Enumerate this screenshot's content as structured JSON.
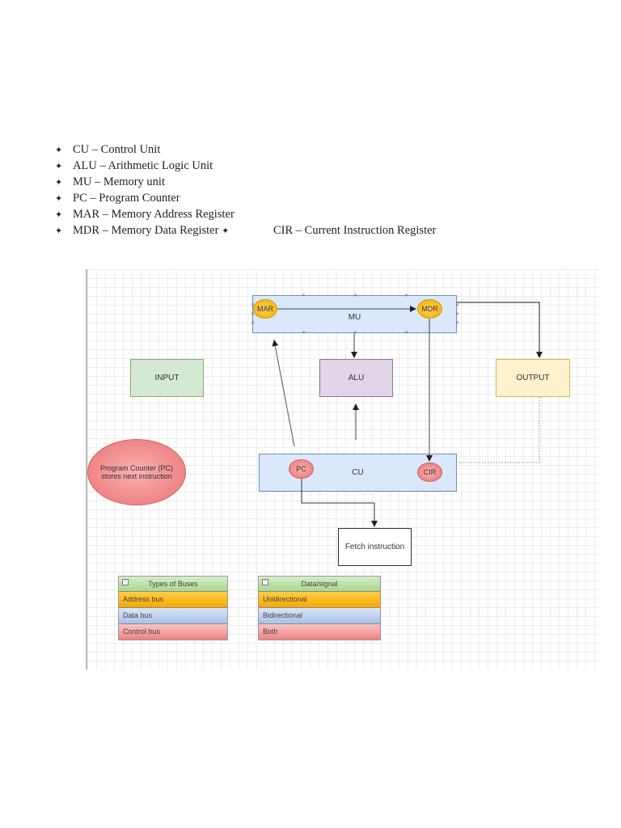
{
  "legend": {
    "bullet": "✦",
    "items": [
      {
        "abbr": "CU",
        "sep": "–",
        "full": "Control Unit"
      },
      {
        "abbr": "ALU",
        "sep": "–",
        "full": "Arithmetic Logic Unit"
      },
      {
        "abbr": "MU",
        "sep": "–",
        "full": "Memory unit"
      },
      {
        "abbr": "PC",
        "sep": "–",
        "full": "Program Counter"
      },
      {
        "abbr": "MAR",
        "sep": "–",
        "full": "Memory Address Register"
      },
      {
        "abbr": "MDR",
        "sep": "–",
        "full": "Memory Data Register"
      }
    ],
    "inline_extra": {
      "abbr": "CIR",
      "sep": "–",
      "full": "Current Instruction Register"
    }
  },
  "diagram": {
    "nodes": {
      "mu": {
        "label": "MU",
        "fill": "#dae8fc",
        "stroke": "#6c8ebf"
      },
      "mar": {
        "label": "MAR",
        "fill": "#f9b81a"
      },
      "mdr": {
        "label": "MDR",
        "fill": "#f9b81a"
      },
      "input": {
        "label": "INPUT",
        "fill": "#d5e8d4",
        "stroke": "#82b366"
      },
      "alu": {
        "label": "ALU",
        "fill": "#e1d5e7",
        "stroke": "#9673a6"
      },
      "output": {
        "label": "OUTPUT",
        "fill": "#fff2cc",
        "stroke": "#d6b656"
      },
      "cu": {
        "label": "CU",
        "fill": "#dae8fc",
        "stroke": "#6c8ebf"
      },
      "pc": {
        "label": "PC",
        "fill": "#f08080"
      },
      "cir": {
        "label": "CIR",
        "fill": "#f08080"
      },
      "pc_note": {
        "line1": "Program Counter (PC)",
        "line2": "stores next instruction",
        "fill": "#f08080"
      },
      "fetch": {
        "label": "Fetch instruction"
      }
    },
    "edges": [
      {
        "from": "mar",
        "to": "mdr",
        "style": "solid"
      },
      {
        "from": "mdr",
        "to": "output",
        "style": "solid"
      },
      {
        "from": "mu",
        "to": "alu",
        "style": "solid"
      },
      {
        "from": "cu",
        "to": "alu",
        "style": "solid"
      },
      {
        "from": "cu",
        "to": "mu",
        "style": "solid"
      },
      {
        "from": "mdr",
        "to": "cir",
        "style": "solid"
      },
      {
        "from": "pc",
        "to": "fetch",
        "style": "solid"
      },
      {
        "from": "output",
        "to": "cu",
        "style": "dotted"
      }
    ],
    "tables": [
      {
        "header": "Types of Buses",
        "rows": [
          "Address bus",
          "Data bus",
          "Control bus"
        ]
      },
      {
        "header": "Data/signal",
        "rows": [
          "Unidirectional",
          "Bidirectional",
          "Both"
        ]
      }
    ]
  }
}
